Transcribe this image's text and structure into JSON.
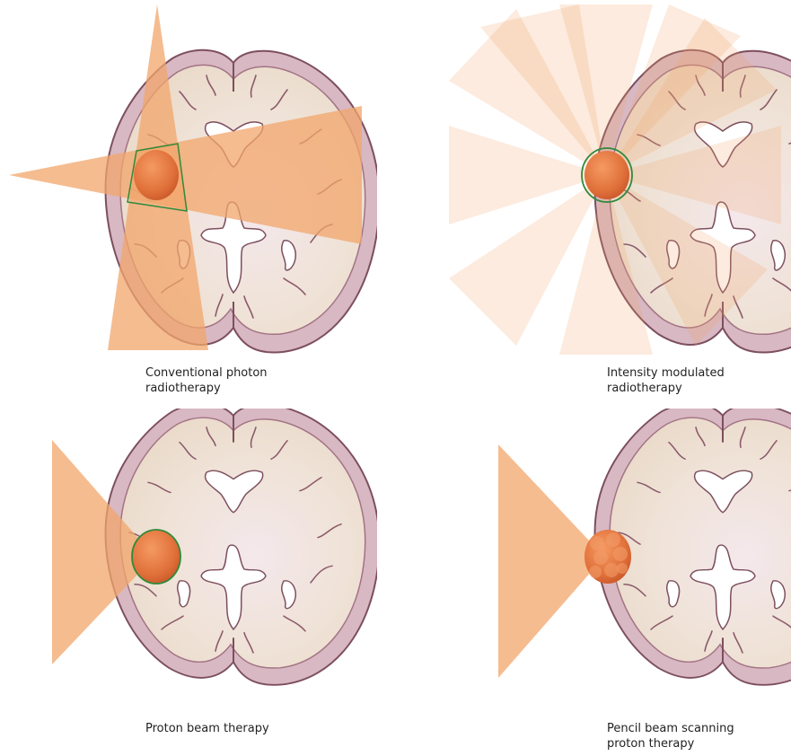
{
  "colors": {
    "beam": "#f2a56b",
    "brain_fill": "#efe2d6",
    "brain_outline": "#9b6577",
    "tumor": "#e0703a",
    "target_outline": "#2f8a3a"
  },
  "panels": [
    {
      "caption": "Conventional photon\nradiotherapy"
    },
    {
      "caption": "Intensity modulated\nradiotherapy"
    },
    {
      "caption": "Proton beam therapy"
    },
    {
      "caption": "Pencil beam scanning\nproton therapy"
    }
  ]
}
